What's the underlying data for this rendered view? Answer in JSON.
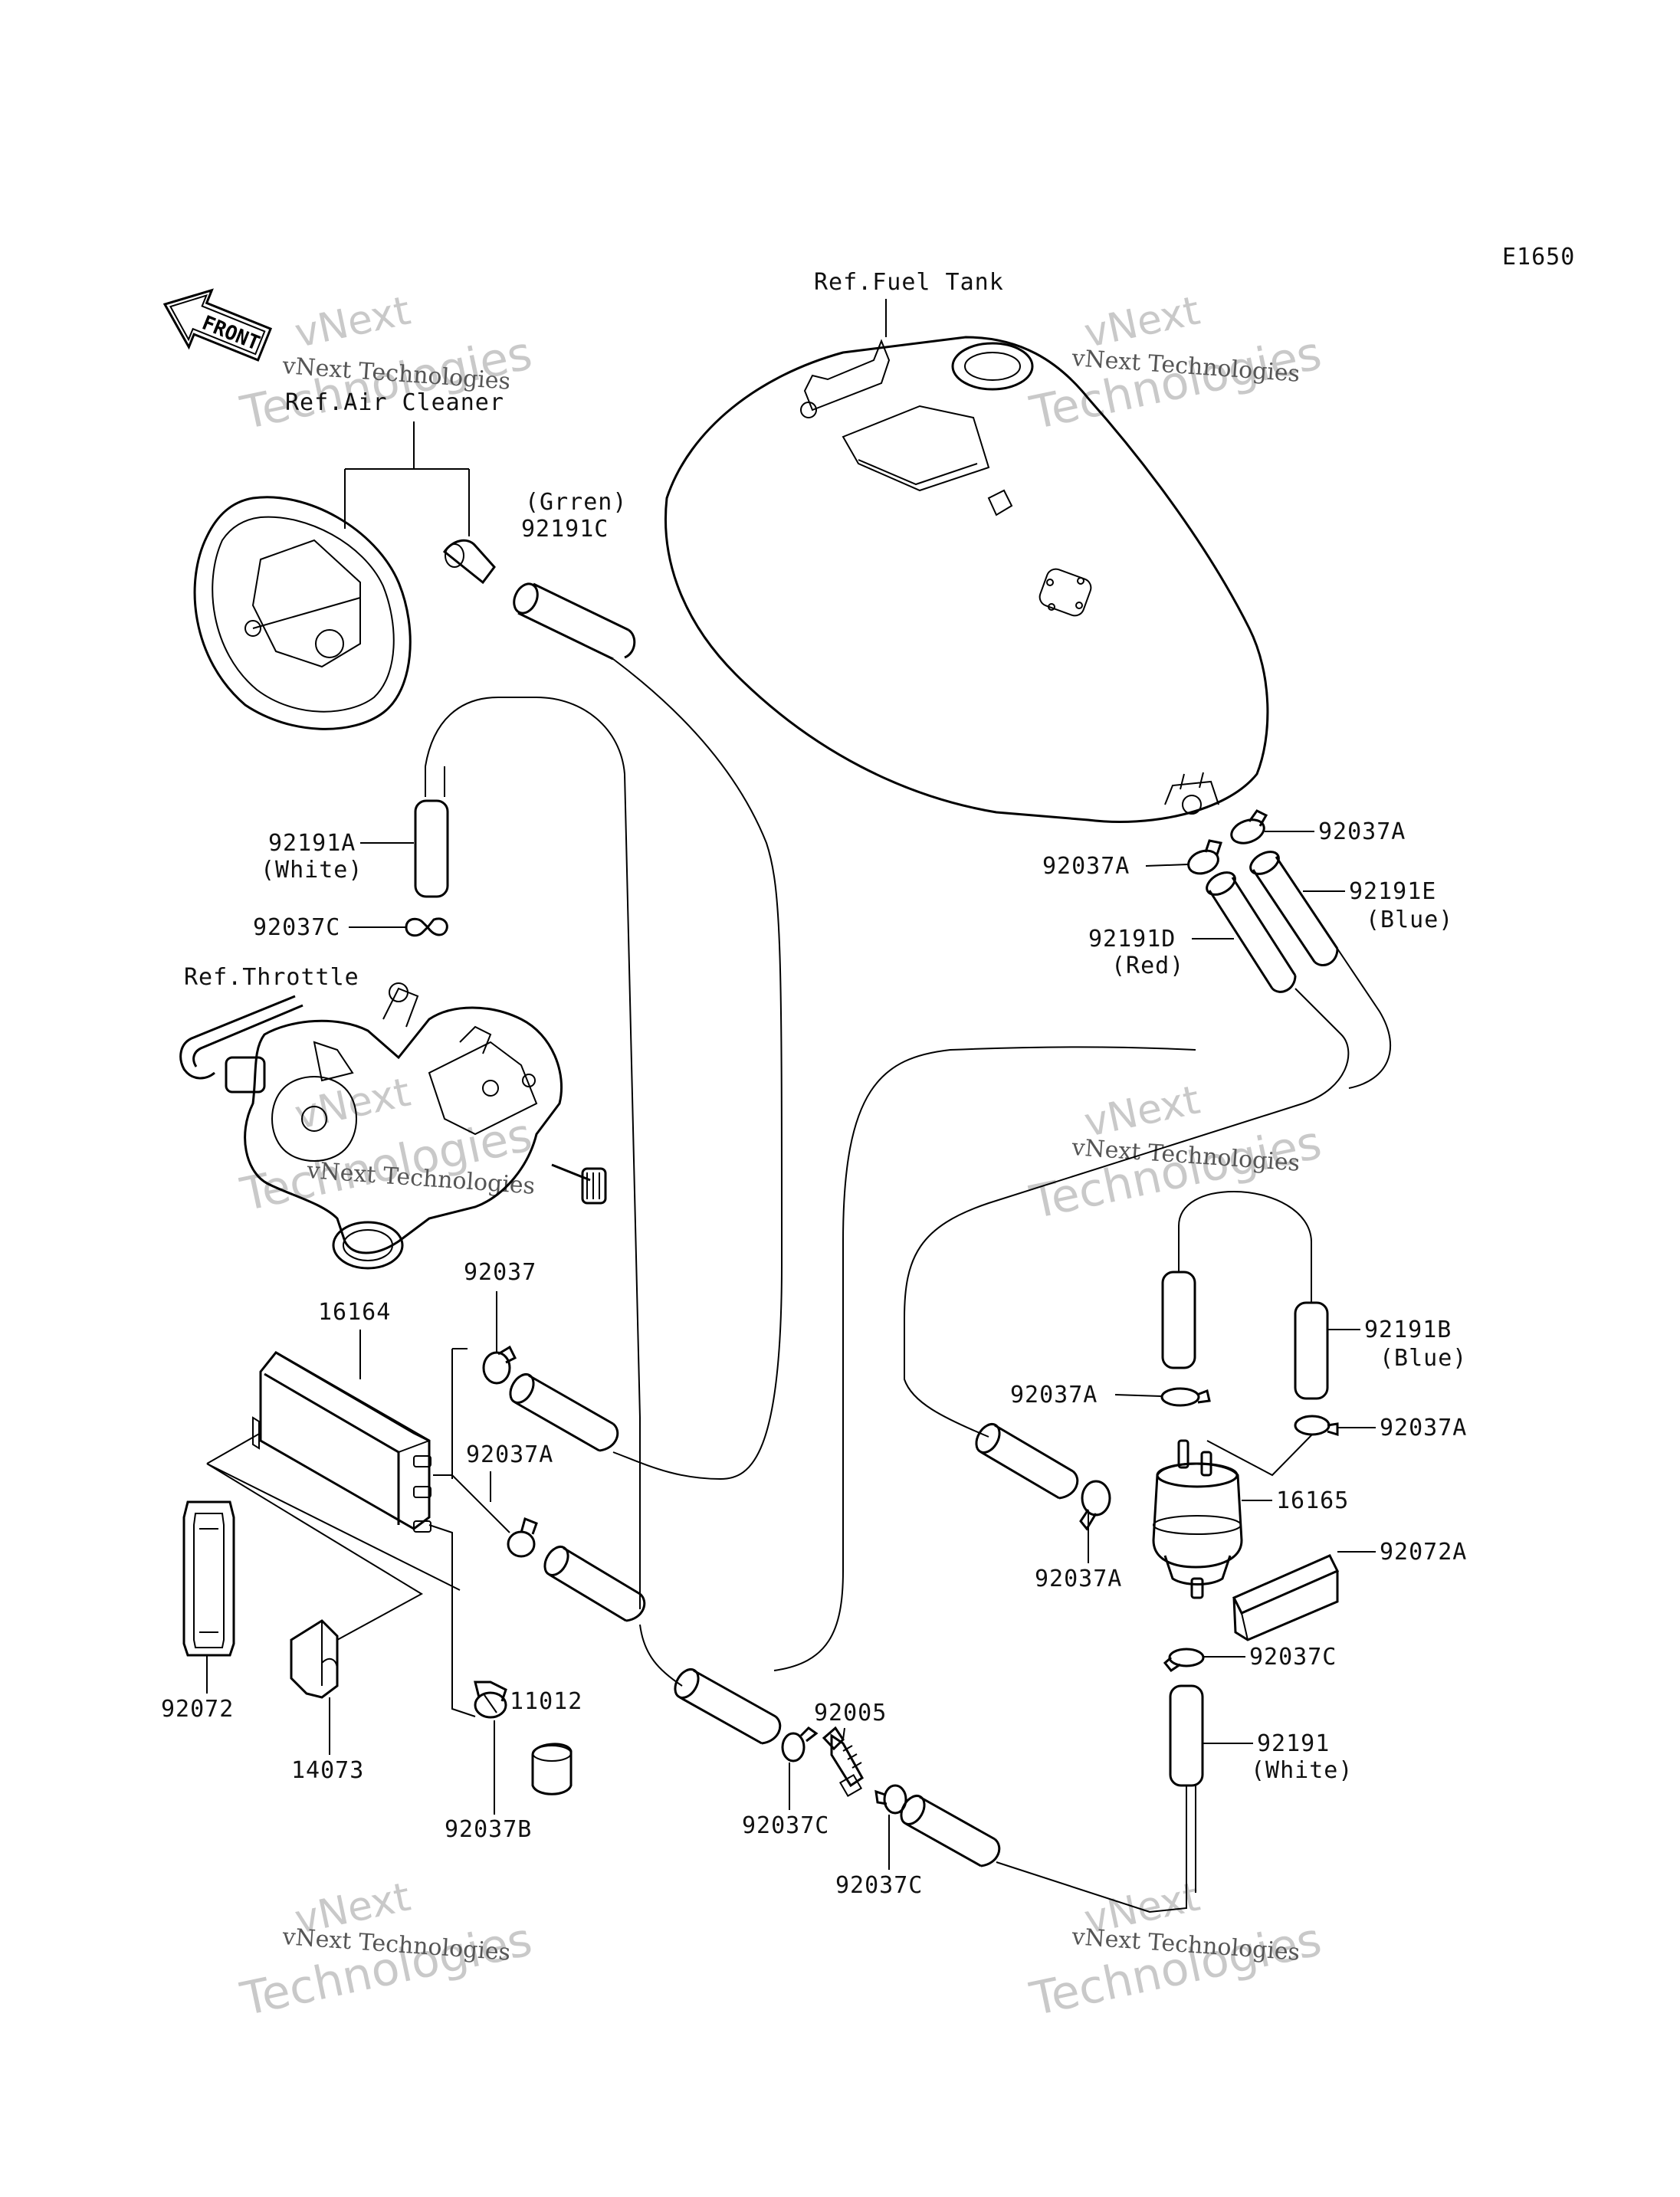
{
  "diagram": {
    "code": "E1650",
    "front_label": "FRONT",
    "watermark": {
      "line1": "vNext",
      "line2": "Technologies",
      "small": "vNext Technologies"
    },
    "ref_labels": {
      "fuel_tank": "Ref.Fuel Tank",
      "air_cleaner": "Ref.Air Cleaner",
      "throttle": "Ref.Throttle"
    },
    "parts": {
      "p92191C": "92191C",
      "p92191C_note": "(Grren)",
      "p92191A": "92191A",
      "p92191A_note": "(White)",
      "p92037C_top": "92037C",
      "p92037A_tank1": "92037A",
      "p92037A_tank2": "92037A",
      "p92191E": "92191E",
      "p92191E_note": "(Blue)",
      "p92191D": "92191D",
      "p92191D_note": "(Red)",
      "p92037": "92037",
      "p16164": "16164",
      "p92037A_can": "92037A",
      "p92191B": "92191B",
      "p92191B_note": "(Blue)",
      "p92037A_f1": "92037A",
      "p92037A_f2": "92037A",
      "p16165": "16165",
      "p92037A_f3": "92037A",
      "p92072A": "92072A",
      "p92037C_f": "92037C",
      "p92191": "92191",
      "p92191_note": "(White)",
      "p92072": "92072",
      "p14073": "14073",
      "p11012": "11012",
      "p92037B": "92037B",
      "p92005": "92005",
      "p92037C_b1": "92037C",
      "p92037C_b2": "92037C"
    }
  }
}
